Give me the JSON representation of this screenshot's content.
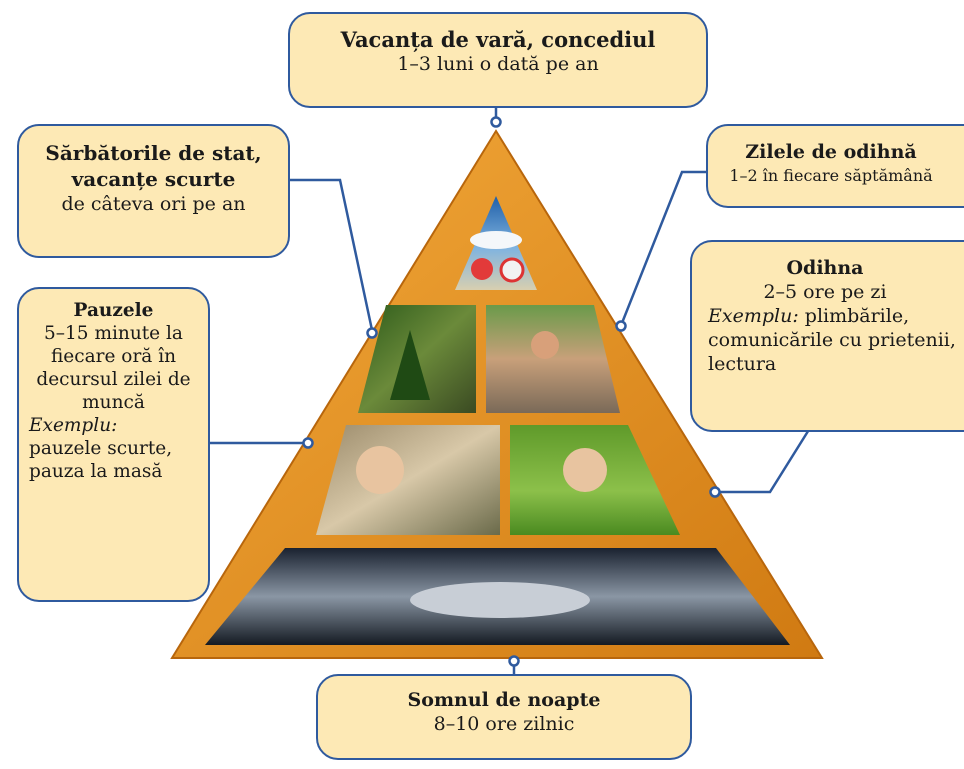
{
  "boxes": {
    "top": {
      "title": "Vacanța de vară, concediul",
      "sub": "1–3 luni o dată pe an"
    },
    "left1": {
      "title": "Sărbătorile de stat, vacanțe scurte",
      "sub": "de câteva ori pe an"
    },
    "right1": {
      "title": "Zilele de odihnă",
      "sub": "1–2 în fiecare săptămână"
    },
    "left2": {
      "title": "Pauzele",
      "sub": "5–15 minute la fiecare oră în decursul zilei de muncă",
      "example_label": "Exemplu:",
      "example_text": "pauzele scurte, pauza la masă"
    },
    "right2": {
      "title": "Odihna",
      "sub": "2–5 ore pe zi",
      "example_label": "Exemplu:",
      "example_text": "plimbările, comunicările cu prietenii, lectura"
    },
    "bottom": {
      "title": "Somnul de noapte",
      "sub": "8–10 ore zilnic"
    }
  },
  "colors": {
    "box_fill": "#fde9b5",
    "box_border": "#2f5a9e",
    "pyramid_frame": "#e8941f",
    "connector": "#2f5a9e"
  },
  "pyramid_levels": [
    "beach vacation photo",
    "christmas tree photo",
    "family at beach photo",
    "girl eating at table photo",
    "girl reading on grass photo",
    "woman sleeping photo"
  ]
}
